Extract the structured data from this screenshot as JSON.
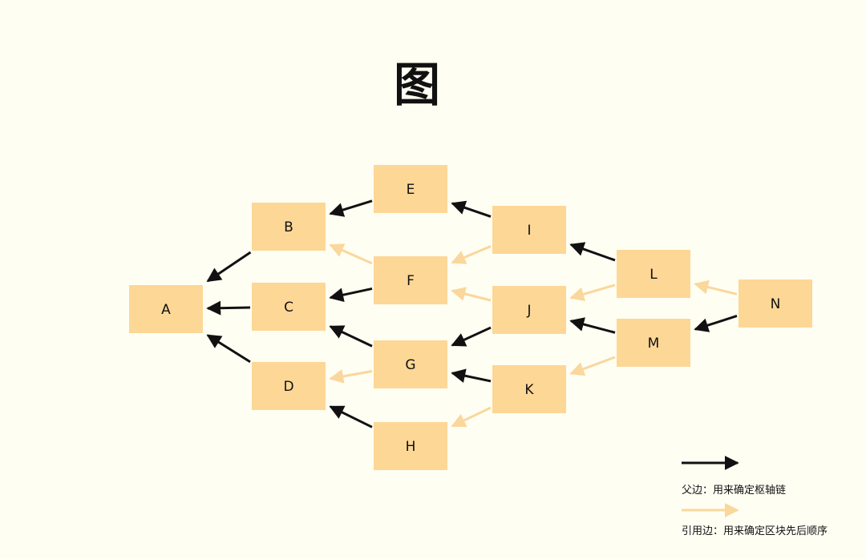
{
  "title": "图",
  "colors": {
    "background": "#fffef3",
    "node_fill": "#fdd796",
    "parent_edge": "#111111",
    "reference_edge": "#fad79c"
  },
  "nodes": [
    {
      "id": "A",
      "label": "A"
    },
    {
      "id": "B",
      "label": "B"
    },
    {
      "id": "C",
      "label": "C"
    },
    {
      "id": "D",
      "label": "D"
    },
    {
      "id": "E",
      "label": "E"
    },
    {
      "id": "F",
      "label": "F"
    },
    {
      "id": "G",
      "label": "G"
    },
    {
      "id": "H",
      "label": "H"
    },
    {
      "id": "I",
      "label": "I"
    },
    {
      "id": "J",
      "label": "J"
    },
    {
      "id": "K",
      "label": "K"
    },
    {
      "id": "L",
      "label": "L"
    },
    {
      "id": "M",
      "label": "M"
    },
    {
      "id": "N",
      "label": "N"
    }
  ],
  "edges": [
    {
      "from": "B",
      "to": "A",
      "type": "parent"
    },
    {
      "from": "C",
      "to": "A",
      "type": "parent"
    },
    {
      "from": "D",
      "to": "A",
      "type": "parent"
    },
    {
      "from": "E",
      "to": "B",
      "type": "parent"
    },
    {
      "from": "F",
      "to": "B",
      "type": "reference"
    },
    {
      "from": "F",
      "to": "C",
      "type": "parent"
    },
    {
      "from": "G",
      "to": "C",
      "type": "parent"
    },
    {
      "from": "G",
      "to": "D",
      "type": "reference"
    },
    {
      "from": "H",
      "to": "D",
      "type": "parent"
    },
    {
      "from": "I",
      "to": "E",
      "type": "parent"
    },
    {
      "from": "I",
      "to": "F",
      "type": "reference"
    },
    {
      "from": "J",
      "to": "F",
      "type": "reference"
    },
    {
      "from": "J",
      "to": "G",
      "type": "parent"
    },
    {
      "from": "K",
      "to": "G",
      "type": "parent"
    },
    {
      "from": "K",
      "to": "H",
      "type": "reference"
    },
    {
      "from": "L",
      "to": "I",
      "type": "parent"
    },
    {
      "from": "L",
      "to": "J",
      "type": "reference"
    },
    {
      "from": "M",
      "to": "J",
      "type": "parent"
    },
    {
      "from": "M",
      "to": "K",
      "type": "reference"
    },
    {
      "from": "N",
      "to": "L",
      "type": "reference"
    },
    {
      "from": "N",
      "to": "M",
      "type": "parent"
    }
  ],
  "legend": {
    "parent_label": "父边：用来确定枢轴链",
    "reference_label": "引用边：用来确定区块先后顺序"
  }
}
